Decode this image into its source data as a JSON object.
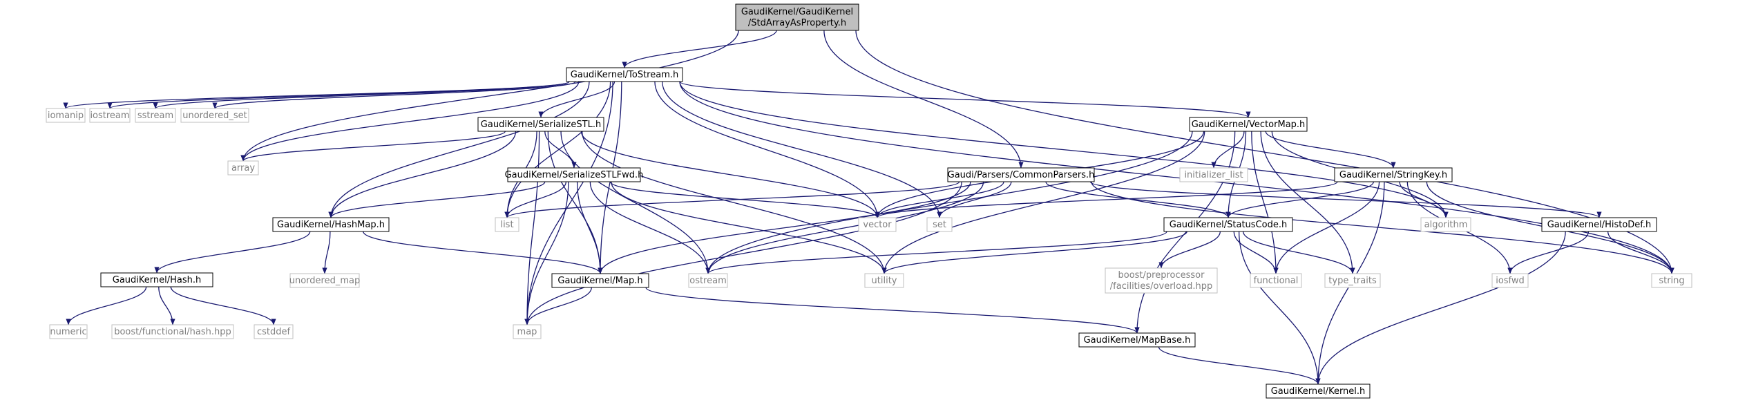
{
  "colors": {
    "edge": "#191970",
    "root_fill": "#bfbfbf",
    "root_stroke": "#000000",
    "internal_fill": "#ffffff",
    "internal_stroke": "#000000",
    "external_fill": "#ffffff",
    "external_stroke": "#bfbfbf",
    "internal_text": "#000000",
    "external_text": "#808080"
  },
  "nodes": [
    {
      "id": "root",
      "kind": "root",
      "lines": [
        "GaudiKernel/GaudiKernel",
        "/StdArrayAsProperty.h"
      ]
    },
    {
      "id": "tostream",
      "kind": "internal",
      "lines": [
        "GaudiKernel/ToStream.h"
      ]
    },
    {
      "id": "iomanip",
      "kind": "external",
      "lines": [
        "iomanip"
      ]
    },
    {
      "id": "iostream",
      "kind": "external",
      "lines": [
        "iostream"
      ]
    },
    {
      "id": "sstream",
      "kind": "external",
      "lines": [
        "sstream"
      ]
    },
    {
      "id": "unordered_set",
      "kind": "external",
      "lines": [
        "unordered_set"
      ]
    },
    {
      "id": "array",
      "kind": "external",
      "lines": [
        "array"
      ]
    },
    {
      "id": "serializestl",
      "kind": "internal",
      "lines": [
        "GaudiKernel/SerializeSTL.h"
      ]
    },
    {
      "id": "vectormap",
      "kind": "internal",
      "lines": [
        "GaudiKernel/VectorMap.h"
      ]
    },
    {
      "id": "serializestlfwd",
      "kind": "internal",
      "lines": [
        "GaudiKernel/SerializeSTLFwd.h"
      ]
    },
    {
      "id": "commonparsers",
      "kind": "internal",
      "lines": [
        "Gaudi/Parsers/CommonParsers.h"
      ]
    },
    {
      "id": "initializer_list",
      "kind": "external",
      "lines": [
        "initializer_list"
      ]
    },
    {
      "id": "stringkey",
      "kind": "internal",
      "lines": [
        "GaudiKernel/StringKey.h"
      ]
    },
    {
      "id": "hashmap",
      "kind": "internal",
      "lines": [
        "GaudiKernel/HashMap.h"
      ]
    },
    {
      "id": "list",
      "kind": "external",
      "lines": [
        "list"
      ]
    },
    {
      "id": "vector",
      "kind": "external",
      "lines": [
        "vector"
      ]
    },
    {
      "id": "set",
      "kind": "external",
      "lines": [
        "set"
      ]
    },
    {
      "id": "statuscode",
      "kind": "internal",
      "lines": [
        "GaudiKernel/StatusCode.h"
      ]
    },
    {
      "id": "algorithm",
      "kind": "external",
      "lines": [
        "algorithm"
      ]
    },
    {
      "id": "histodef",
      "kind": "internal",
      "lines": [
        "GaudiKernel/HistoDef.h"
      ]
    },
    {
      "id": "string",
      "kind": "external",
      "lines": [
        "string"
      ]
    },
    {
      "id": "hash",
      "kind": "internal",
      "lines": [
        "GaudiKernel/Hash.h"
      ]
    },
    {
      "id": "unordered_map",
      "kind": "external",
      "lines": [
        "unordered_map"
      ]
    },
    {
      "id": "map_h",
      "kind": "internal",
      "lines": [
        "GaudiKernel/Map.h"
      ]
    },
    {
      "id": "ostream",
      "kind": "external",
      "lines": [
        "ostream"
      ]
    },
    {
      "id": "utility",
      "kind": "external",
      "lines": [
        "utility"
      ]
    },
    {
      "id": "overload",
      "kind": "external",
      "lines": [
        "boost/preprocessor",
        "/facilities/overload.hpp"
      ]
    },
    {
      "id": "functional",
      "kind": "external",
      "lines": [
        "functional"
      ]
    },
    {
      "id": "type_traits",
      "kind": "external",
      "lines": [
        "type_traits"
      ]
    },
    {
      "id": "iosfwd",
      "kind": "external",
      "lines": [
        "iosfwd"
      ]
    },
    {
      "id": "numeric",
      "kind": "external",
      "lines": [
        "numeric"
      ]
    },
    {
      "id": "boosthash",
      "kind": "external",
      "lines": [
        "boost/functional/hash.hpp"
      ]
    },
    {
      "id": "cstddef",
      "kind": "external",
      "lines": [
        "cstddef"
      ]
    },
    {
      "id": "map",
      "kind": "external",
      "lines": [
        "map"
      ]
    },
    {
      "id": "mapbase",
      "kind": "internal",
      "lines": [
        "GaudiKernel/MapBase.h"
      ]
    },
    {
      "id": "kernel",
      "kind": "internal",
      "lines": [
        "GaudiKernel/Kernel.h"
      ]
    }
  ],
  "edges": [
    [
      "root",
      "tostream"
    ],
    [
      "root",
      "array"
    ],
    [
      "root",
      "commonparsers"
    ],
    [
      "root",
      "string"
    ],
    [
      "tostream",
      "iomanip"
    ],
    [
      "tostream",
      "iostream"
    ],
    [
      "tostream",
      "sstream"
    ],
    [
      "tostream",
      "unordered_set"
    ],
    [
      "tostream",
      "array"
    ],
    [
      "tostream",
      "serializestl"
    ],
    [
      "tostream",
      "vectormap"
    ],
    [
      "tostream",
      "hashmap"
    ],
    [
      "tostream",
      "list"
    ],
    [
      "tostream",
      "vector"
    ],
    [
      "tostream",
      "set"
    ],
    [
      "tostream",
      "map"
    ],
    [
      "tostream",
      "map_h"
    ],
    [
      "tostream",
      "algorithm"
    ],
    [
      "tostream",
      "string"
    ],
    [
      "serializestl",
      "array"
    ],
    [
      "serializestl",
      "serializestlfwd"
    ],
    [
      "serializestl",
      "hashmap"
    ],
    [
      "serializestl",
      "list"
    ],
    [
      "serializestl",
      "vector"
    ],
    [
      "serializestl",
      "map_h"
    ],
    [
      "serializestl",
      "map"
    ],
    [
      "serializestl",
      "ostream"
    ],
    [
      "serializestl",
      "utility"
    ],
    [
      "serializestlfwd",
      "hashmap"
    ],
    [
      "serializestlfwd",
      "list"
    ],
    [
      "serializestlfwd",
      "vector"
    ],
    [
      "serializestlfwd",
      "map_h"
    ],
    [
      "serializestlfwd",
      "map"
    ],
    [
      "serializestlfwd",
      "ostream"
    ],
    [
      "serializestlfwd",
      "utility"
    ],
    [
      "vectormap",
      "vector"
    ],
    [
      "vectormap",
      "initializer_list"
    ],
    [
      "vectormap",
      "stringkey"
    ],
    [
      "vectormap",
      "statuscode"
    ],
    [
      "vectormap",
      "algorithm"
    ],
    [
      "vectormap",
      "functional"
    ],
    [
      "vectormap",
      "ostream"
    ],
    [
      "vectormap",
      "utility"
    ],
    [
      "vectormap",
      "type_traits"
    ],
    [
      "vectormap",
      "mapbase"
    ],
    [
      "commonparsers",
      "list"
    ],
    [
      "commonparsers",
      "vector"
    ],
    [
      "commonparsers",
      "set"
    ],
    [
      "commonparsers",
      "map"
    ],
    [
      "commonparsers",
      "map_h"
    ],
    [
      "commonparsers",
      "statuscode"
    ],
    [
      "commonparsers",
      "histodef"
    ],
    [
      "commonparsers",
      "string"
    ],
    [
      "commonparsers",
      "ostream"
    ],
    [
      "stringkey",
      "vector"
    ],
    [
      "stringkey",
      "algorithm"
    ],
    [
      "stringkey",
      "statuscode"
    ],
    [
      "stringkey",
      "functional"
    ],
    [
      "stringkey",
      "iosfwd"
    ],
    [
      "stringkey",
      "string"
    ],
    [
      "stringkey",
      "kernel"
    ],
    [
      "hashmap",
      "hash"
    ],
    [
      "hashmap",
      "unordered_map"
    ],
    [
      "hashmap",
      "map_h"
    ],
    [
      "hash",
      "numeric"
    ],
    [
      "hash",
      "boosthash"
    ],
    [
      "hash",
      "cstddef"
    ],
    [
      "map_h",
      "map"
    ],
    [
      "map_h",
      "mapbase"
    ],
    [
      "statuscode",
      "overload"
    ],
    [
      "statuscode",
      "ostream"
    ],
    [
      "statuscode",
      "utility"
    ],
    [
      "statuscode",
      "functional"
    ],
    [
      "statuscode",
      "type_traits"
    ],
    [
      "statuscode",
      "kernel"
    ],
    [
      "histodef",
      "iosfwd"
    ],
    [
      "histodef",
      "string"
    ],
    [
      "histodef",
      "kernel"
    ],
    [
      "mapbase",
      "kernel"
    ]
  ]
}
